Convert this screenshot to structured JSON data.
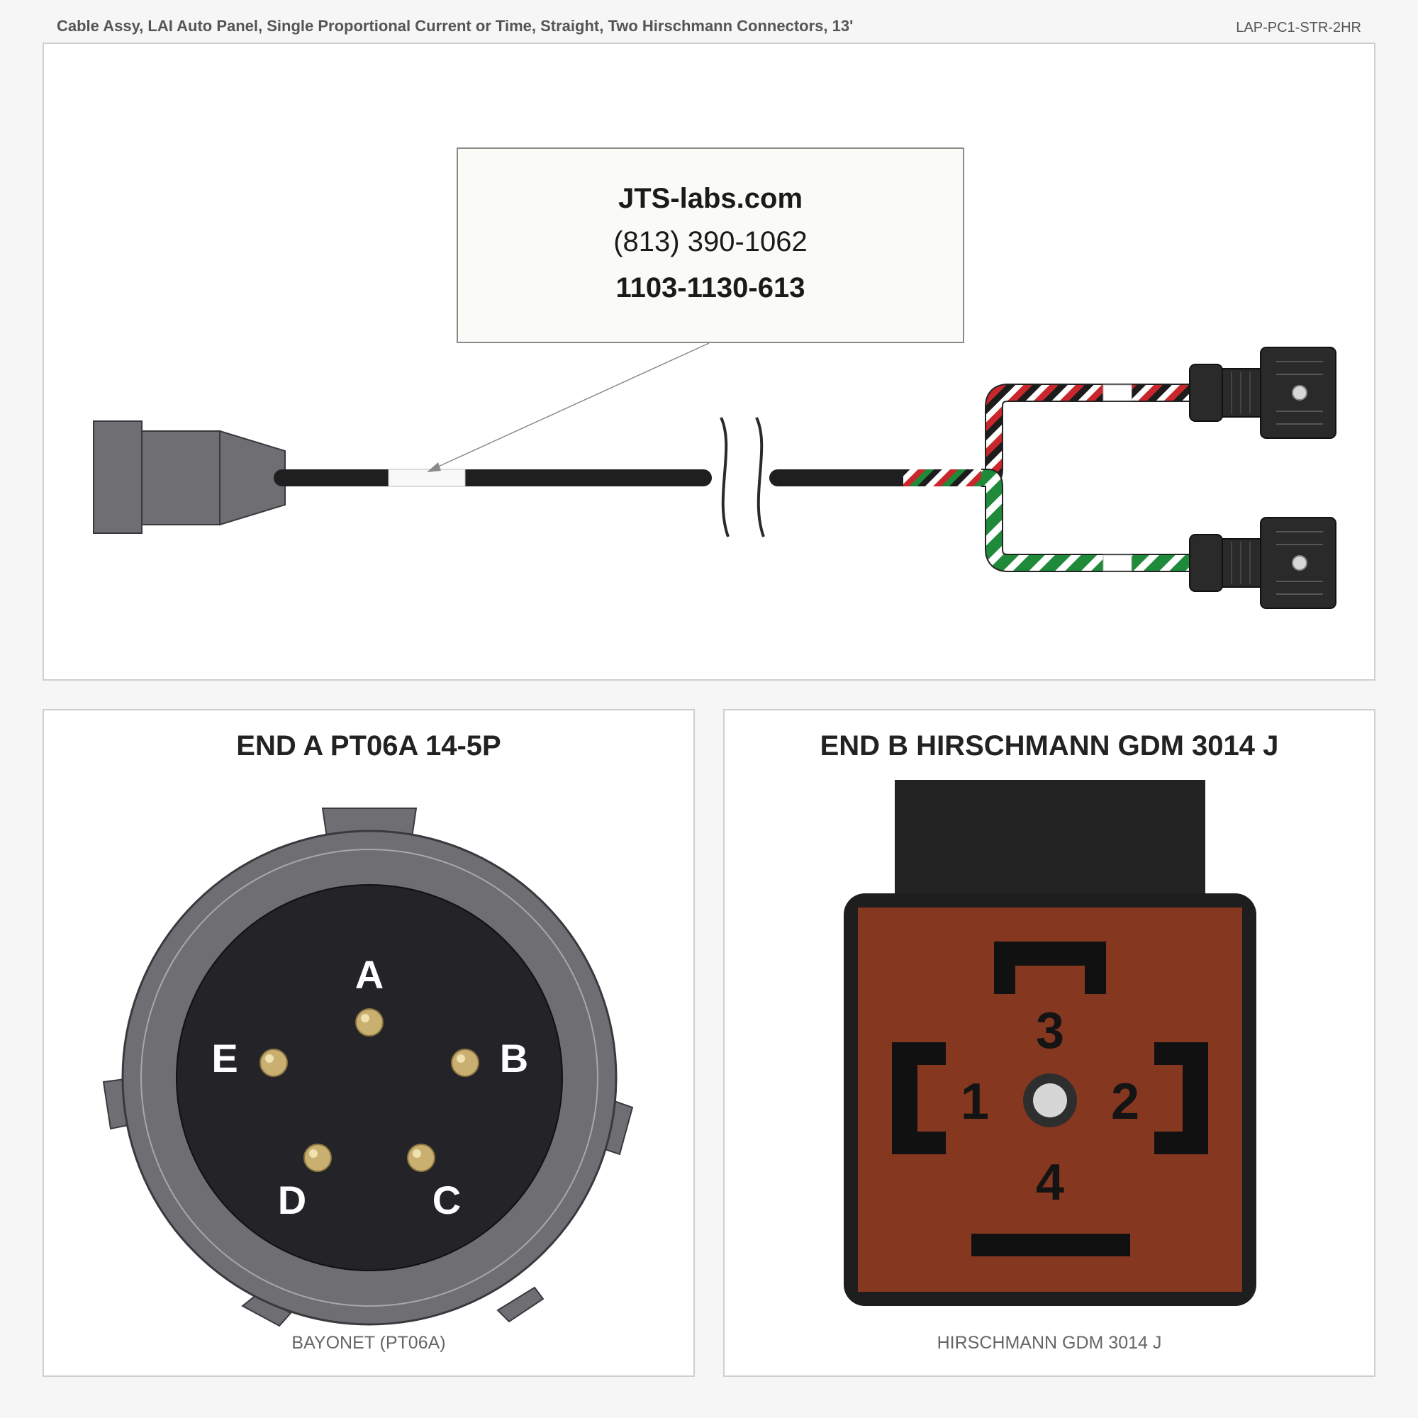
{
  "header": {
    "title": "Cable Assy, LAI Auto Panel, Single Proportional Current or Time, Straight, Two Hirschmann Connectors, 13'",
    "part_number": "LAP-PC1-STR-2HR"
  },
  "label": {
    "website": "JTS-labs.com",
    "phone": "(813) 390-1062",
    "part_number": "1103-1130-613"
  },
  "end_a": {
    "title": "END A  PT06A 14-5P",
    "caption": "BAYONET (PT06A)",
    "pins": [
      "A",
      "B",
      "C",
      "D",
      "E"
    ]
  },
  "end_b": {
    "title": "END B  HIRSCHMANN GDM 3014 J",
    "caption": "HIRSCHMANN GDM 3014 J",
    "pins": [
      "1",
      "2",
      "3",
      "4"
    ]
  },
  "colors": {
    "jacket": "#1f1f1f",
    "red_wire": "#c8282c",
    "green_wire": "#1f8a3a",
    "connector_gray": "#6e6e73",
    "insert_dark": "#232328",
    "hirschmann_brown": "#863720",
    "pin_gold": "#c9b070"
  }
}
